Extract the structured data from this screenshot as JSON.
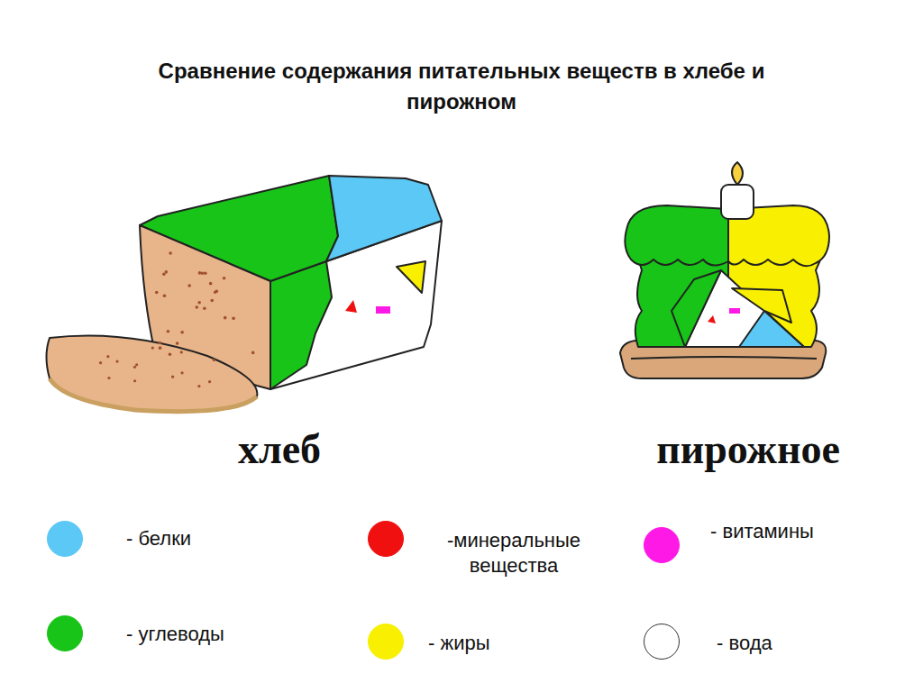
{
  "diagram": {
    "title": "Сравнение содержания питательных веществ в хлебе и пирожном",
    "labels": [
      "хлеб",
      "пирожное"
    ],
    "legend": [
      {
        "text": "- белки",
        "color": "#5bc8f5"
      },
      {
        "text": "- углеводы",
        "color": "#17c417"
      },
      {
        "text": "-минеральные вещества",
        "color": "#f01010"
      },
      {
        "text": "- жиры",
        "color": "#f8f000"
      },
      {
        "text": "- витамины",
        "color": "#ff19e6"
      },
      {
        "text": "- вода",
        "color": "#ffffff"
      }
    ]
  }
}
